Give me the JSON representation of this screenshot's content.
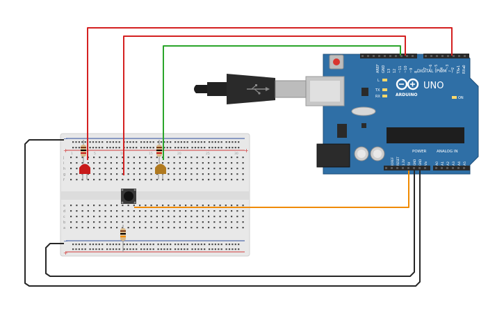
{
  "colors": {
    "board": "#2f6fa6",
    "board_dark": "#1f4f7a",
    "breadboard": "#e6e6e6",
    "rail_red": "#d23b3b",
    "rail_blue": "#2b4c9c",
    "wire_red": "#d42020",
    "wire_green": "#2aa52a",
    "wire_black": "#262626",
    "wire_orange": "#f08a00",
    "led_red": "#c81a1a",
    "led_yellow": "#b07a20"
  },
  "arduino": {
    "brand": "ARDUINO",
    "model": "UNO",
    "digital_label": "DIGITAL (PWM ~)",
    "power_label": "POWER",
    "analog_label": "ANALOG IN",
    "on_label": "ON",
    "led_l": "L",
    "led_tx": "TX",
    "led_rx": "RX",
    "top_pins": [
      "AREF",
      "GND",
      "13",
      "12",
      "~11",
      "~10",
      "~9",
      "8",
      "7",
      "~6",
      "~5",
      "4",
      "~3",
      "2",
      "TX▸1",
      "RX◂0"
    ],
    "power_pins": [
      "IOREF",
      "RESET",
      "3.3V",
      "5V",
      "GND",
      "GND",
      "Vin"
    ],
    "analog_pins": [
      "A0",
      "A1",
      "A2",
      "A3",
      "A4",
      "A5"
    ]
  },
  "breadboard": {
    "row_letters_top": [
      "j",
      "i",
      "h",
      "g",
      "f"
    ],
    "row_letters_bottom": [
      "e",
      "d",
      "c",
      "b",
      "a"
    ],
    "column_labels": [
      "1",
      "5",
      "10",
      "15",
      "20",
      "25",
      "30"
    ],
    "plus_sign": "+",
    "minus_sign": "−"
  },
  "icons": {
    "usb": "usb-icon",
    "logo": "arduino-infinity-icon"
  }
}
